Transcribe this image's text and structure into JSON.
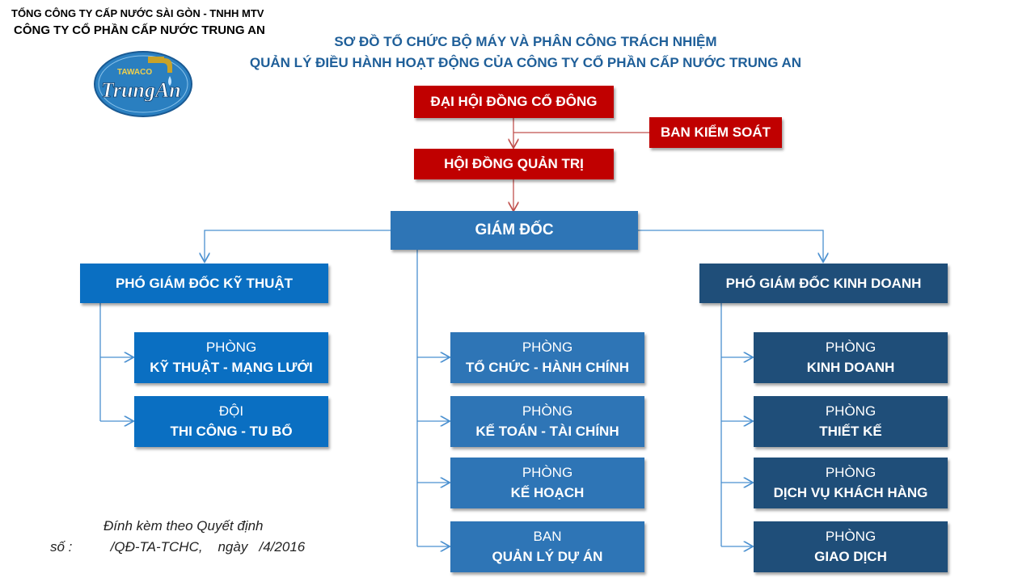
{
  "header": {
    "parent_company": "TỔNG CÔNG TY CẤP NƯỚC SÀI GÒN - TNHH MTV",
    "company": "CÔNG TY CỔ PHẦN CẤP NƯỚC TRUNG AN",
    "logo_text_small": "TAWACO",
    "logo_text_main": "TrungAn"
  },
  "title": {
    "line1": "SƠ ĐỒ TỔ CHỨC BỘ MÁY VÀ PHÂN CÔNG TRÁCH NHIỆM",
    "line2": "QUẢN LÝ ĐIỀU HÀNH HOẠT ĐỘNG CỦA CÔNG TY CỔ PHẦN CẤP NƯỚC TRUNG AN"
  },
  "org": {
    "shareholders": "ĐẠI HỘI ĐỒNG CỔ ĐÔNG",
    "supervisory": "BAN KIỂM SOÁT",
    "board": "HỘI ĐỒNG QUẢN TRỊ",
    "director": "GIÁM ĐỐC",
    "deputy_technical": "PHÓ GIÁM ĐỐC KỸ THUẬT",
    "deputy_business": "PHÓ GIÁM ĐỐC KINH DOANH",
    "technical_units": [
      {
        "type": "PHÒNG",
        "name": "KỸ THUẬT - MẠNG LƯỚI"
      },
      {
        "type": "ĐỘI",
        "name": "THI CÔNG - TU BỔ"
      }
    ],
    "director_units": [
      {
        "type": "PHÒNG",
        "name": "TỔ CHỨC - HÀNH CHÍNH"
      },
      {
        "type": "PHÒNG",
        "name": "KẾ TOÁN - TÀI CHÍNH"
      },
      {
        "type": "PHÒNG",
        "name": "KẾ HOẠCH"
      },
      {
        "type": "BAN",
        "name": "QUẢN LÝ DỰ ÁN"
      }
    ],
    "business_units": [
      {
        "type": "PHÒNG",
        "name": "KINH DOANH"
      },
      {
        "type": "PHÒNG",
        "name": "THIẾT KẾ"
      },
      {
        "type": "PHÒNG",
        "name": "DỊCH VỤ KHÁCH HÀNG"
      },
      {
        "type": "PHÒNG",
        "name": "GIAO DỊCH"
      }
    ]
  },
  "footer": {
    "line1": "Đính kèm theo Quyết định",
    "line2": "số :          /QĐ-TA-TCHC,    ngày   /4/2016"
  },
  "colors": {
    "red": "#c00000",
    "blue_mid": "#2e75b6",
    "blue_bright": "#0a6fc2",
    "navy": "#1f4e79",
    "title": "#1f5f99"
  }
}
